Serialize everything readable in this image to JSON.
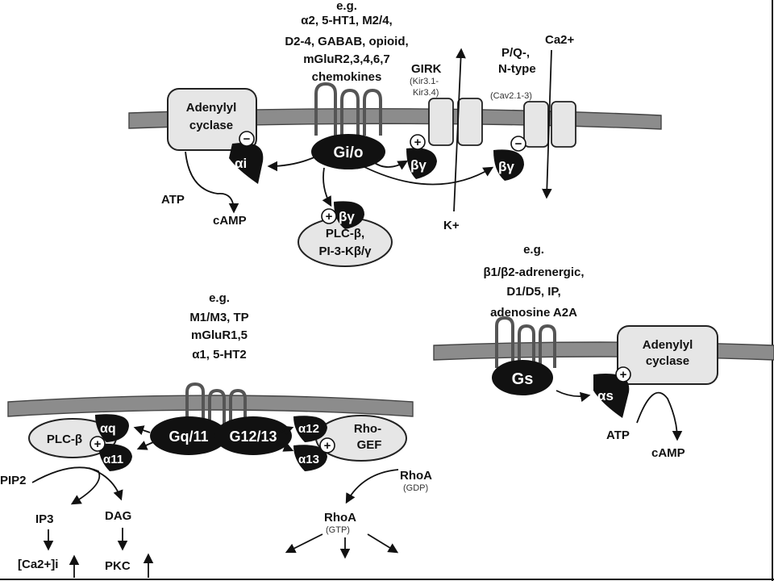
{
  "gio": {
    "examples": [
      "e.g.",
      "α2, 5-HT1, M2/4,",
      "D2-4, GABAB, opioid,",
      "mGluR2,3,4,6,7",
      "chemokines"
    ],
    "protein": "Gi/o",
    "ac_label_1": "Adenylyl",
    "ac_label_2": "cyclase",
    "alpha": "αi",
    "beta_gamma": "βγ",
    "atp": "ATP",
    "camp": "cAMP",
    "girk_title": "GIRK",
    "girk_sub_1": "(Kir3.1-",
    "girk_sub_2": "Kir3.4)",
    "k_ion": "K+",
    "ca_title_1": "P/Q-,",
    "ca_title_2": "N-type",
    "ca_sub": "(Cav2.1-3)",
    "ca_ion": "Ca2+",
    "plc_1": "PLC-β,",
    "plc_2": "PI-3-Kβ/γ"
  },
  "gs": {
    "examples": [
      "e.g.",
      "β1/β2-adrenergic,",
      "D1/D5, IP,",
      "adenosine A2A"
    ],
    "protein": "Gs",
    "ac_label_1": "Adenylyl",
    "ac_label_2": "cyclase",
    "alpha": "αs",
    "atp": "ATP",
    "camp": "cAMP"
  },
  "gq": {
    "examples": [
      "e.g.",
      "M1/M3, TP",
      "mGluR1,5",
      "α1, 5-HT2"
    ],
    "protein_q": "Gq/11",
    "protein_12": "G12/13",
    "plc": "PLC-β",
    "alpha_q": "αq",
    "alpha_11": "α11",
    "alpha_12": "α12",
    "alpha_13": "α13",
    "rho_gef_1": "Rho-",
    "rho_gef_2": "GEF",
    "pip2": "PIP2",
    "ip3": "IP3",
    "dag": "DAG",
    "ca_i": "[Ca2+]i",
    "pkc": "PKC",
    "rhoa_1": "RhoA",
    "rhoa_gdp": "(GDP)",
    "rhoa_2": "RhoA",
    "rhoa_gtp": "(GTP)"
  },
  "signs": {
    "plus": "+",
    "minus": "−"
  }
}
